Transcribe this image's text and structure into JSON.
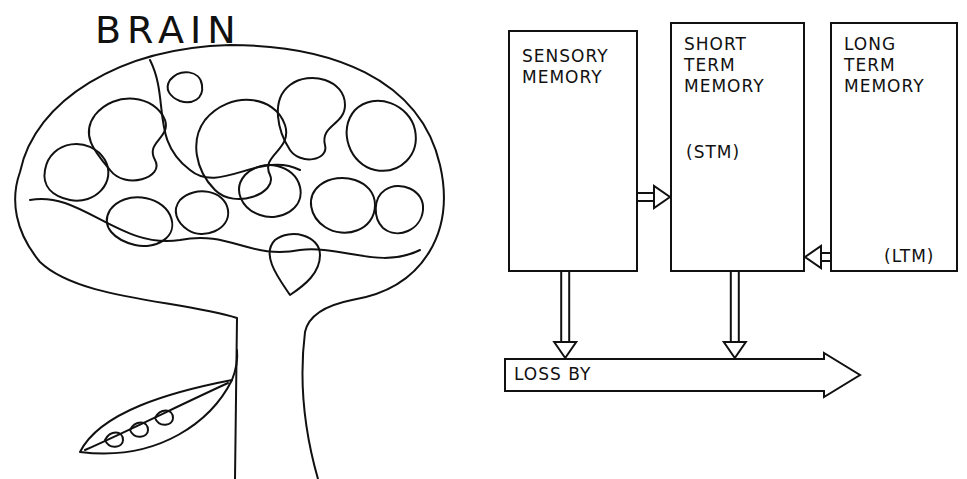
{
  "diagram": {
    "nodes": [
      {
        "text": [
          "SENSORY MEMORY"
        ]
      },
      {
        "text": [
          "SHORT TERM MEMORY",
          "(STM)"
        ]
      },
      {
        "text": [
          "LONG TERM MEMORY",
          "(LTM)"
        ]
      },
      {
        "text": [
          "LOSS BY"
        ]
      }
    ],
    "edges": [
      {
        "from": 0,
        "to": 1,
        "arrow": "to"
      },
      {
        "from": 2,
        "to": 1,
        "arrow": "to"
      },
      {
        "from": 0,
        "to": 3,
        "arrow": "to"
      },
      {
        "from": 1,
        "to": 3,
        "arrow": "to"
      }
    ],
    "labels": [
      "BRAIN"
    ]
  }
}
